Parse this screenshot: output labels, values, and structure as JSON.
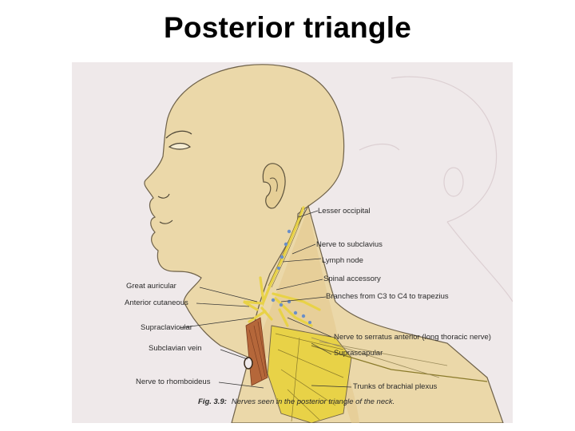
{
  "title": "Posterior triangle",
  "figure": {
    "labels_right": {
      "lesser_occipital": "Lesser occipital",
      "nerve_to_subclavius": "Nerve to subclavius",
      "lymph_node": "Lymph node",
      "spinal_accessory": "Spinal accessory",
      "branches_c3_c4": "Branches from C3 to C4 to trapezius",
      "nerve_to_serratus": "Nerve to serratus anterior (long thoracic nerve)",
      "suprascapular": "Suprascapular",
      "trunks_brachial": "Trunks of brachial plexus"
    },
    "labels_left": {
      "great_auricular": "Great auricular",
      "anterior_cutaneous": "Anterior cutaneous",
      "supraclavicular": "Supraclavicular",
      "subclavian_vein": "Subclavian vein",
      "nerve_to_rhomboideus": "Nerve to rhomboideus"
    },
    "caption": {
      "number": "Fig. 3.9:",
      "text": "Nerves seen in the posterior triangle of the neck."
    },
    "colors": {
      "skin": "#ebd8a9",
      "nerve": "#e8d247",
      "vessel": "#b5673a",
      "lymph_node": "#6a8fc8",
      "background": "#efe9ea"
    }
  }
}
